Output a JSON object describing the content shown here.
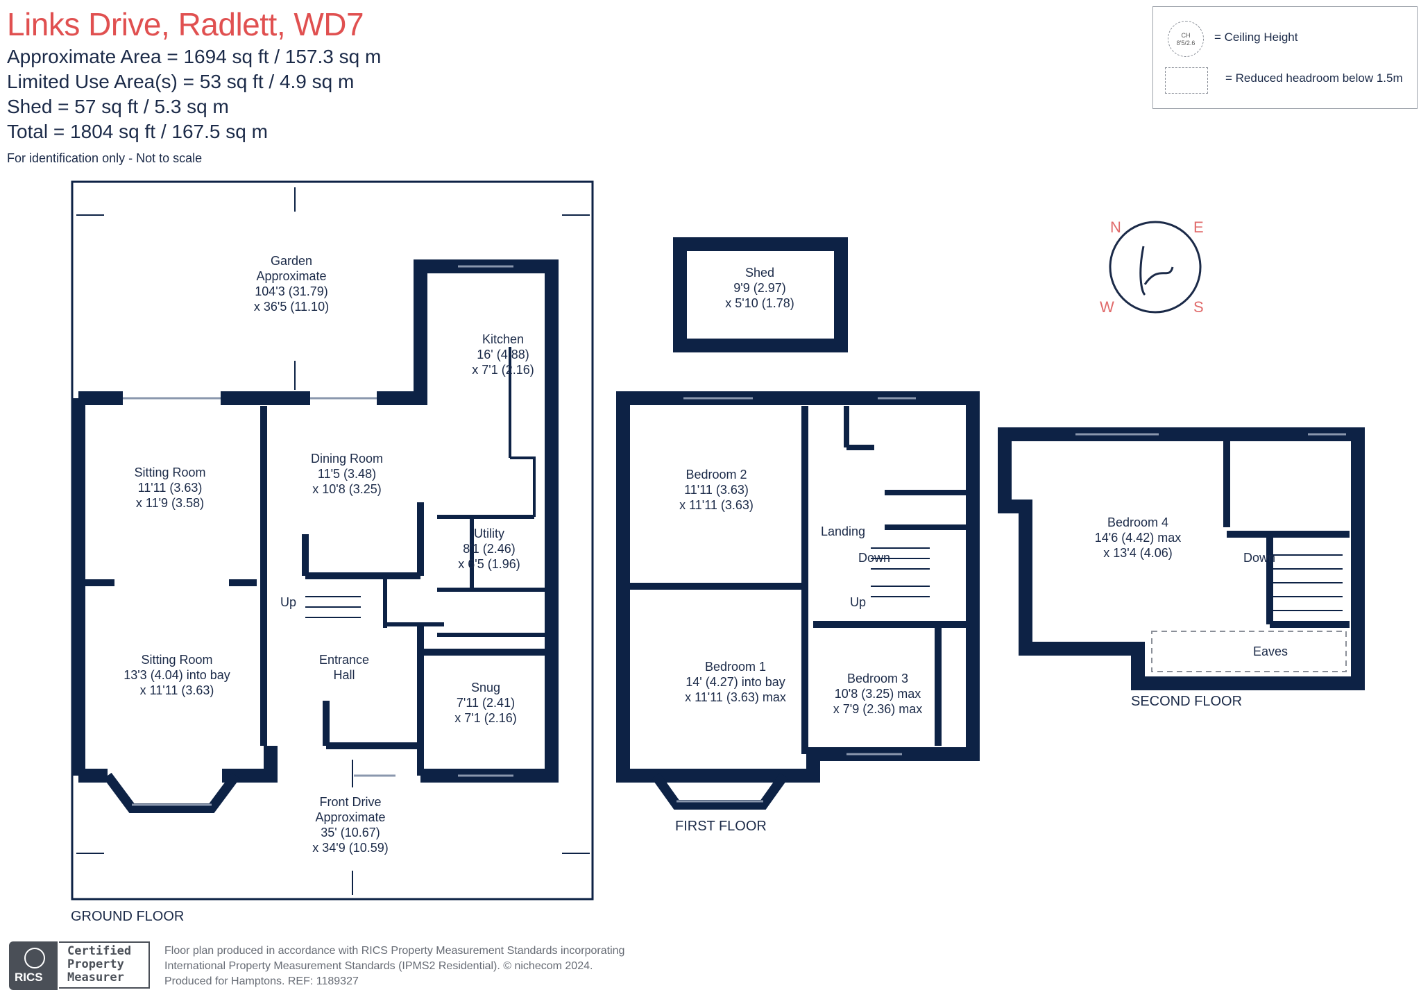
{
  "header": {
    "title": "Links Drive, Radlett, WD7",
    "area_line": "Approximate Area = 1694  sq ft / 157.3  sq m",
    "limited_line": "Limited Use Area(s) = 53  sq ft / 4.9  sq m",
    "shed_line": "Shed = 57 sq ft / 5.3  sq m",
    "total_line": "Total = 1804 sq ft / 167.5 sq m",
    "note": "For identification only - Not to scale"
  },
  "legend": {
    "ch_symbol_top": "CH",
    "ch_symbol_bottom": "8'5/2.6",
    "ceiling_label": "= Ceiling Height",
    "headroom_label": "= Reduced headroom below 1.5m"
  },
  "compass": {
    "n": "N",
    "e": "E",
    "s": "S",
    "w": "W"
  },
  "ground_floor": {
    "label": "GROUND FLOOR",
    "garden": {
      "name": "Garden",
      "line2": "Approximate",
      "line3": "104'3 (31.79)",
      "line4": "x 36'5 (11.10)"
    },
    "kitchen": {
      "name": "Kitchen",
      "line2": "16' (4.88)",
      "line3": "x 7'1 (2.16)"
    },
    "sitting_room_1": {
      "name": "Sitting Room",
      "line2": "11'11 (3.63)",
      "line3": "x 11'9 (3.58)"
    },
    "dining_room": {
      "name": "Dining Room",
      "line2": "11'5 (3.48)",
      "line3": "x 10'8 (3.25)"
    },
    "utility": {
      "name": "Utility",
      "line2": "8'1 (2.46)",
      "line3": "x 6'5 (1.96)"
    },
    "sitting_room_2": {
      "name": "Sitting Room",
      "line2": "13'3 (4.04) into bay",
      "line3": "x 11'11 (3.63)"
    },
    "entrance_hall": {
      "name": "Entrance",
      "line2": "Hall"
    },
    "snug": {
      "name": "Snug",
      "line2": "7'11 (2.41)",
      "line3": "x 7'1 (2.16)"
    },
    "front_drive": {
      "name": "Front Drive",
      "line2": "Approximate",
      "line3": "35' (10.67)",
      "line4": "x 34'9 (10.59)"
    },
    "up": "Up"
  },
  "shed": {
    "name": "Shed",
    "line2": "9'9 (2.97)",
    "line3": "x 5'10 (1.78)"
  },
  "first_floor": {
    "label": "FIRST FLOOR",
    "bedroom_2": {
      "name": "Bedroom 2",
      "line2": "11'11 (3.63)",
      "line3": "x 11'11 (3.63)"
    },
    "landing": "Landing",
    "down": "Down",
    "up": "Up",
    "bedroom_1": {
      "name": "Bedroom 1",
      "line2": "14' (4.27) into bay",
      "line3": "x 11'11 (3.63) max"
    },
    "bedroom_3": {
      "name": "Bedroom 3",
      "line2": "10'8 (3.25) max",
      "line3": "x 7'9 (2.36) max"
    }
  },
  "second_floor": {
    "label": "SECOND FLOOR",
    "bedroom_4": {
      "name": "Bedroom 4",
      "line2": "14'6 (4.42) max",
      "line3": "x 13'4 (4.06)"
    },
    "down": "Down",
    "eaves": "Eaves"
  },
  "footer": {
    "line1": "Floor plan produced in accordance with RICS Property Measurement Standards incorporating",
    "line2": "International Property Measurement Standards (IPMS2 Residential).  © nichecom 2024.",
    "line3": "Produced for Hamptons.   REF:  1189327",
    "badge_logo": "RICS",
    "badge_line1": "Certified",
    "badge_line2": "Property",
    "badge_line3": "Measurer"
  },
  "colors": {
    "wall": "#0d2245",
    "title": "#e05050",
    "text": "#1b2a48",
    "compass": "#e06a6a"
  }
}
